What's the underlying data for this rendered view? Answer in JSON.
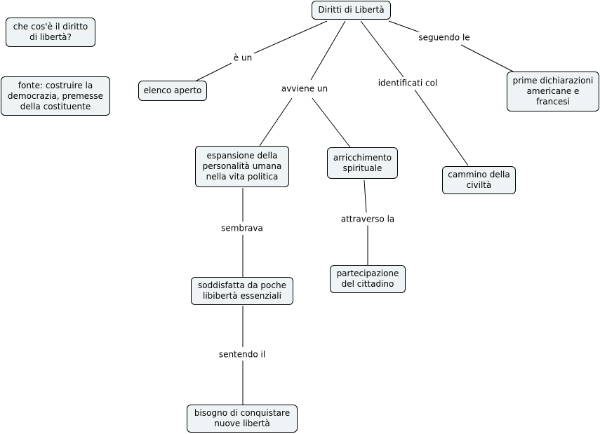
{
  "nodes": {
    "root": "Diritti di Libertà",
    "question": "che cos'è il diritto\ndi libertà?",
    "source": "fonte: costruire la\ndemocrazia, premesse\ndella costituente",
    "open_list": "elenco aperto",
    "first_declarations": "prime dichiarazioni\namericane e\nfrancesi",
    "personality_expansion": "espansione della\npersonalità umana\nnella vita politica",
    "spiritual_enrichment": "arricchimento\nspirituale",
    "civilization_path": "cammino della\nciviltà",
    "citizen_participation": "partecipazione\ndel cittadino",
    "satisfied_liberties": "soddisfatta da poche\nlibibertà essenziali",
    "conquer_new_liberties": "bisogno di conquistare\nnuove libertà"
  },
  "links": {
    "e_un": "è un",
    "avviene_un": "avviene un",
    "identificati_col": "identificati col",
    "seguendo_le": "seguendo le",
    "sembrava": "sembrava",
    "attraverso_la": "attraverso la",
    "sentendo_il": "sentendo il"
  }
}
